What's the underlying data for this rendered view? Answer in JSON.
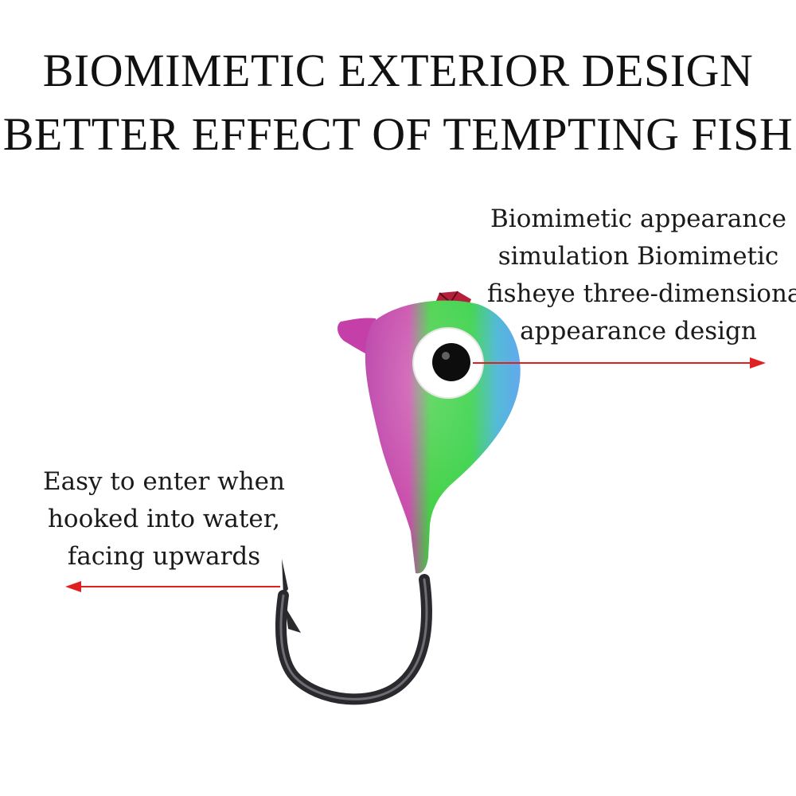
{
  "headline": {
    "line1": "BIOMIMETIC EXTERIOR DESIGN",
    "line2": "BETTER EFFECT OF TEMPTING FISH"
  },
  "callouts": {
    "eye": {
      "lines": [
        "Biomimetic appearance",
        "simulation Biomimetic",
        "fisheye three-dimensional",
        "appearance design"
      ]
    },
    "hook": {
      "lines": [
        "Easy to enter when",
        "hooked into water,",
        "facing upwards"
      ]
    }
  },
  "colors": {
    "arrow": "#e02020",
    "jig_pink": "#c43fa8",
    "jig_green": "#2fcf3a",
    "jig_blue": "#5ab3e8",
    "hook_metal": "#2a2a2e",
    "eye_pupil": "#0d0d0d",
    "gem": "#b51f3a"
  }
}
